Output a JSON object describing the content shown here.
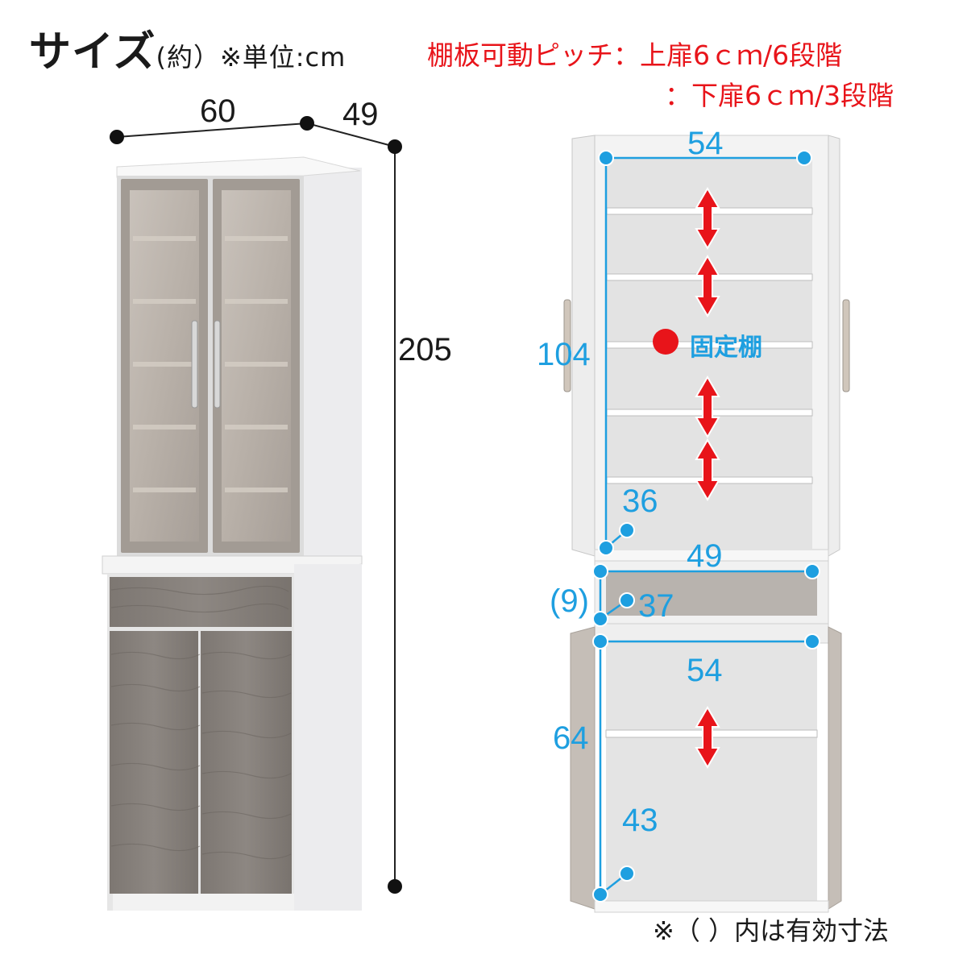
{
  "title": {
    "main": "サイズ",
    "note": "(約）※単位:cm"
  },
  "pitch": {
    "line1": "棚板可動ピッチ：上扉6ｃｍ/6段階",
    "line2": "：下扉6ｃｍ/3段階"
  },
  "exterior": {
    "width": "60",
    "depth": "49",
    "height": "205"
  },
  "interior": {
    "upper_width": "54",
    "upper_height": "104",
    "upper_depth": "36",
    "mid_width": "49",
    "drawer_height": "(9)",
    "drawer_depth": "37",
    "lower_width": "54",
    "lower_height": "64",
    "lower_depth": "43",
    "fixed_shelf": "固定棚"
  },
  "footnote": "※（ ）内は有効寸法",
  "colors": {
    "accent_blue": "#1e9fe0",
    "accent_red": "#e8141a",
    "ink": "#1a1a1a"
  }
}
